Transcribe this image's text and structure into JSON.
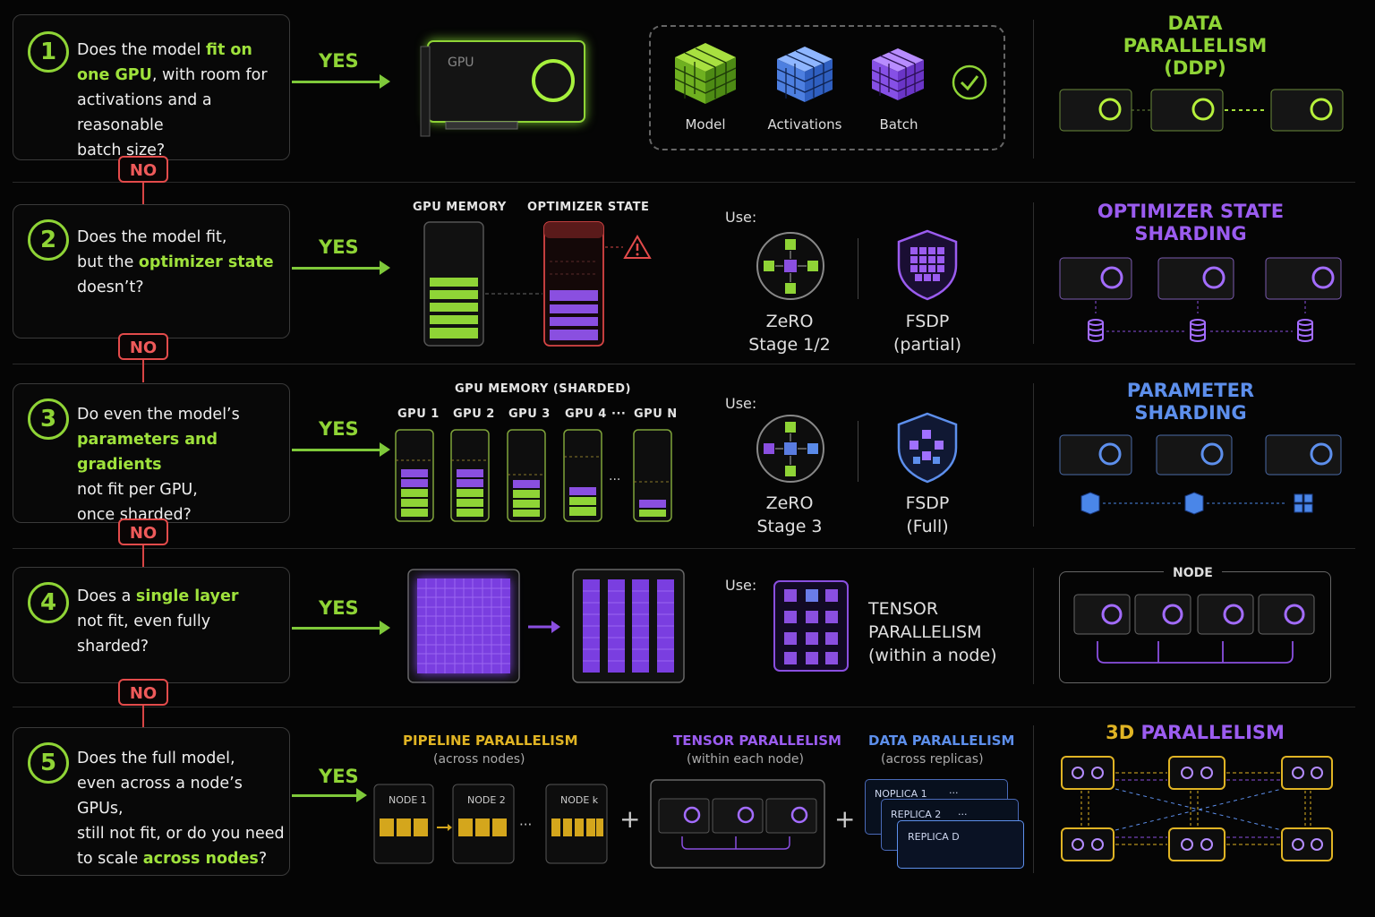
{
  "rows": [
    {
      "num": "1",
      "q": [
        [
          "Does the model ",
          ""
        ],
        [
          "fit on",
          "hl"
        ],
        [
          "\n",
          ""
        ],
        [
          "one GPU",
          "hl"
        ],
        [
          ", with room for\nactivations and a reasonable\nbatch size?",
          ""
        ]
      ],
      "yes": "YES",
      "no": "NO"
    },
    {
      "num": "2",
      "q": [
        [
          "Does the model fit,\nbut the ",
          ""
        ],
        [
          "optimizer state",
          "hl"
        ],
        [
          "\ndoesn’t?",
          ""
        ]
      ],
      "yes": "YES",
      "no": "NO"
    },
    {
      "num": "3",
      "q": [
        [
          "Do even the model’s\n",
          ""
        ],
        [
          "parameters and gradients",
          "hl"
        ],
        [
          "\nnot fit per GPU,\nonce sharded?",
          ""
        ]
      ],
      "yes": "YES",
      "no": "NO"
    },
    {
      "num": "4",
      "q": [
        [
          "Does a ",
          ""
        ],
        [
          "single layer",
          "hl"
        ],
        [
          "\nnot fit, even fully\nsharded?",
          ""
        ]
      ],
      "yes": "YES",
      "no": "NO"
    },
    {
      "num": "5",
      "q": [
        [
          "Does the full model,\neven across a node’s GPUs,\nstill not fit, or do you need\nto scale ",
          ""
        ],
        [
          "across nodes",
          "hl"
        ],
        [
          "?",
          ""
        ]
      ],
      "yes": "YES"
    }
  ],
  "row1": {
    "gpu_label": "GPU",
    "items": [
      "Model",
      "Activations",
      "Batch"
    ]
  },
  "row2": {
    "mem_label": "GPU MEMORY",
    "opt_label": "OPTIMIZER STATE",
    "use": "Use:",
    "tech1": "ZeRO\nStage 1/2",
    "tech2": "FSDP\n(partial)"
  },
  "row3": {
    "title": "GPU MEMORY (SHARDED)",
    "gpus": [
      "GPU 1",
      "GPU 2",
      "GPU 3",
      "GPU 4",
      "···",
      "GPU N"
    ],
    "ellipsis": "···",
    "use": "Use:",
    "tech1": "ZeRO\nStage 3",
    "tech2": "FSDP\n(Full)"
  },
  "row4": {
    "use": "Use:",
    "tech": "TENSOR\nPARALLELISM\n(within a node)",
    "node_label": "NODE"
  },
  "row5": {
    "pp_title": "PIPELINE PARALLELISM",
    "pp_sub": "(across nodes)",
    "tp_title": "TENSOR PARALLELISM",
    "tp_sub": "(within each node)",
    "dp_title": "DATA PARALLELISM",
    "dp_sub": "(across replicas)",
    "nodes": [
      "NODE 1",
      "NODE 2",
      "NODE k"
    ],
    "dots": "···",
    "replicas": [
      "NOPLICA 1",
      "REPLICA 2",
      "REPLICA D"
    ],
    "replica_dots": "...",
    "plus": "+"
  },
  "right": {
    "r1": "DATA\nPARALLELISM\n(DDP)",
    "r2": "OPTIMIZER STATE\nSHARDING",
    "r3": "PARAMETER\nSHARDING",
    "r5a": "3D ",
    "r5b": "PARALLELISM"
  },
  "colors": {
    "green": "#8fd436",
    "purple": "#8a4fe0",
    "blue": "#4a86e8",
    "yellow": "#e0b424",
    "red": "#e34b4b"
  }
}
